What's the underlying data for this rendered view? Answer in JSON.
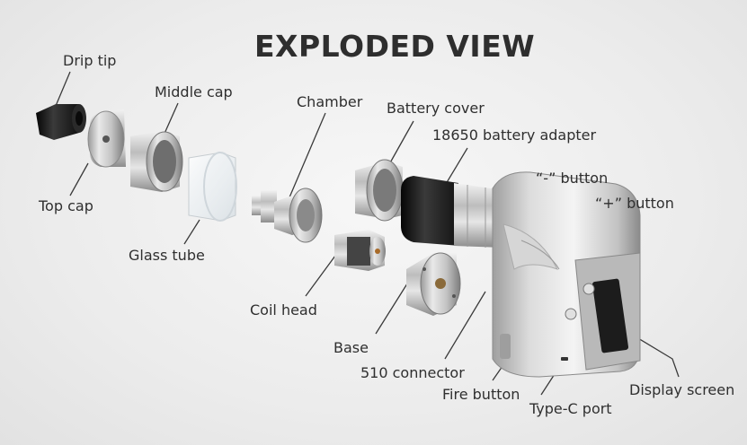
{
  "title": "EXPLODED VIEW",
  "labels": {
    "drip_tip": "Drip tip",
    "top_cap": "Top cap",
    "middle_cap": "Middle cap",
    "glass_tube": "Glass tube",
    "chamber": "Chamber",
    "coil_head": "Coil head",
    "battery_cover": "Battery cover",
    "base": "Base",
    "battery_adapter": "18650 battery adapter",
    "connector_510": "510 connector",
    "minus_button": "“-” button",
    "plus_button": "“+” button",
    "fire_button": "Fire button",
    "type_c_port": "Type-C port",
    "display_screen": "Display screen"
  },
  "colors": {
    "background": "#ececec",
    "text": "#2f2f2f",
    "metal": "#c9c9c9",
    "black_part": "#1c1c1c"
  }
}
